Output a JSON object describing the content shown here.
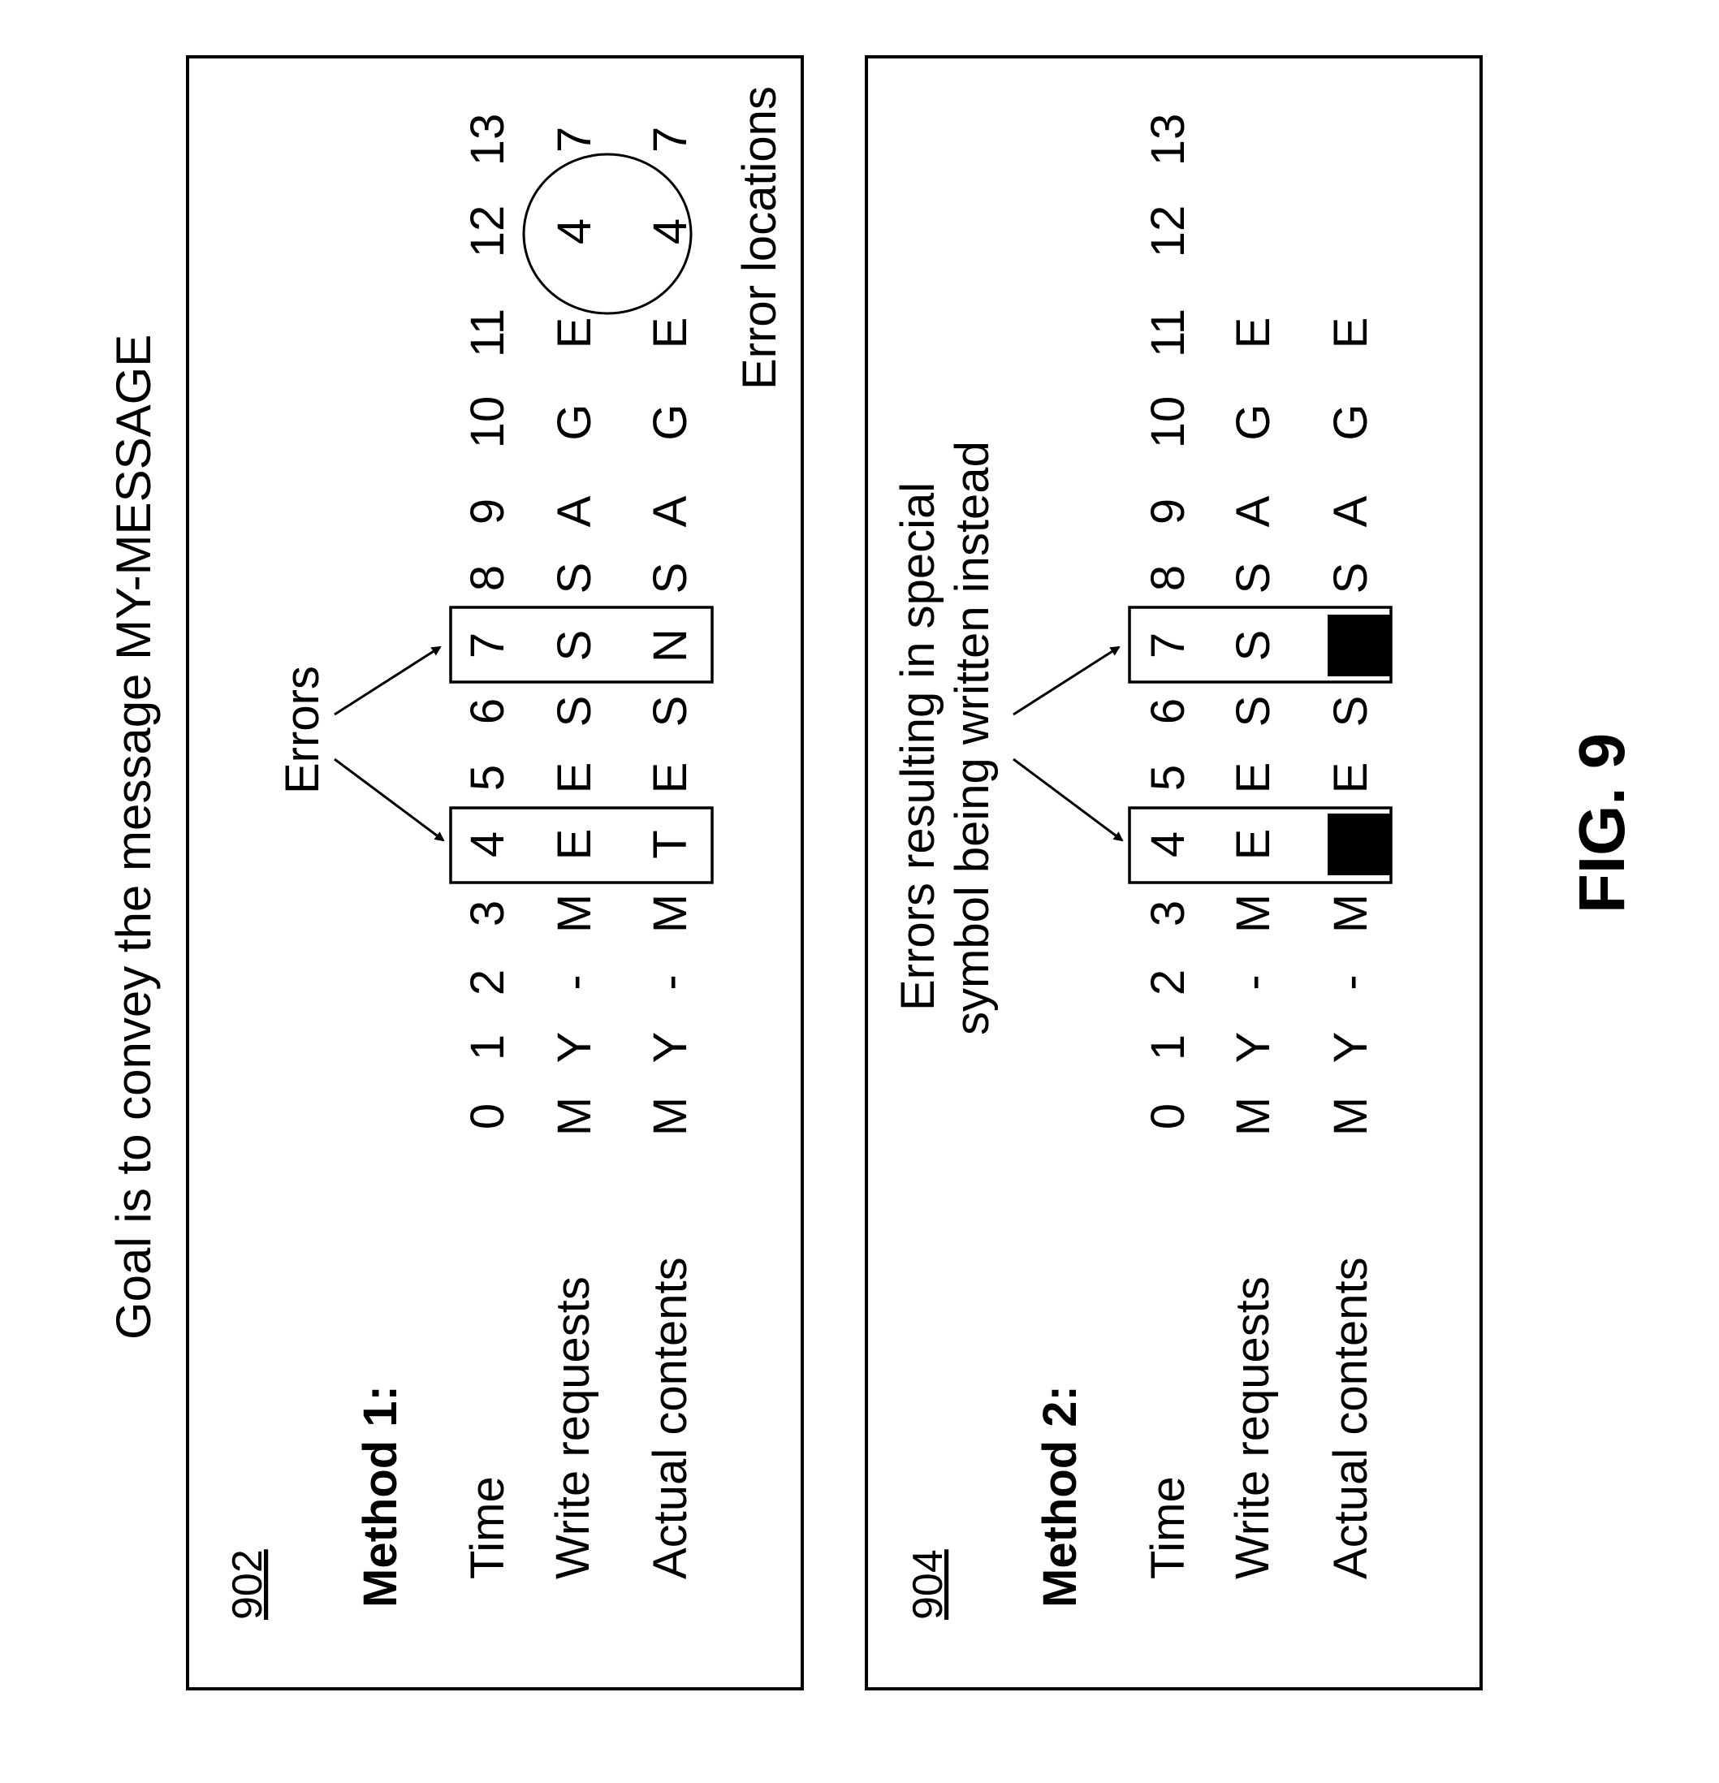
{
  "title": "Goal is to convey the message MY-MESSAGE",
  "figure_label": "FIG. 9",
  "time_indices": [
    "0",
    "1",
    "2",
    "3",
    "4",
    "5",
    "6",
    "7",
    "8",
    "9",
    "10",
    "11",
    "12",
    "13"
  ],
  "panel_1": {
    "ref": "902",
    "method": "Method 1:",
    "row_labels": {
      "time": "Time",
      "write": "Write requests",
      "actual": "Actual contents"
    },
    "write_requests": [
      "M",
      "Y",
      "-",
      "M",
      "E",
      "E",
      "S",
      "S",
      "S",
      "A",
      "G",
      "E",
      "4",
      "7"
    ],
    "actual_contents": [
      "M",
      "Y",
      "-",
      "M",
      "T",
      "E",
      "S",
      "N",
      "S",
      "A",
      "G",
      "E",
      "4",
      "7"
    ],
    "error_columns": [
      4,
      7
    ],
    "errors_label": "Errors",
    "error_locations_label": "Error locations"
  },
  "panel_2": {
    "ref": "904",
    "method": "Method 2:",
    "row_labels": {
      "time": "Time",
      "write": "Write requests",
      "actual": "Actual contents"
    },
    "write_requests": [
      "M",
      "Y",
      "-",
      "M",
      "E",
      "E",
      "S",
      "S",
      "S",
      "A",
      "G",
      "E"
    ],
    "actual_contents": [
      "M",
      "Y",
      "-",
      "M",
      "■",
      "E",
      "S",
      "■",
      "S",
      "A",
      "G",
      "E"
    ],
    "error_columns": [
      4,
      7
    ],
    "errors_label_line1": "Errors resulting in special",
    "errors_label_line2": "symbol being written instead"
  }
}
